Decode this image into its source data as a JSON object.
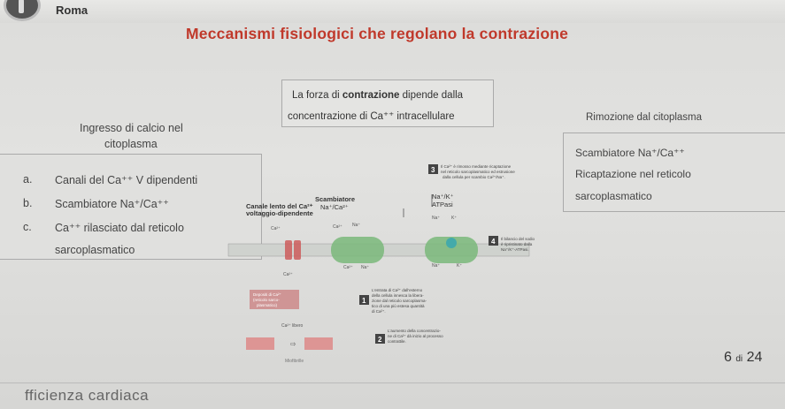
{
  "header": {
    "user_name": "Roma"
  },
  "slide": {
    "title": "Meccanismi fisiologici che regolano la contrazione",
    "center_line1_prefix": "La forza di ",
    "center_line1_bold": "contrazione",
    "center_line1_suffix": " dipende dalla",
    "center_line2": "concentrazione di Ca⁺⁺ intracellulare",
    "left_heading_line1": "Ingresso di calcio nel",
    "left_heading_line2": "citoplasma",
    "right_heading": "Rimozione dal citoplasma",
    "left_items": [
      {
        "letter": "a.",
        "text": "Canali del Ca⁺⁺ V dipendenti"
      },
      {
        "letter": "b.",
        "text": "Scambiatore Na⁺/Ca⁺⁺"
      },
      {
        "letter": "c.",
        "text": "Ca⁺⁺ rilasciato dal reticolo"
      },
      {
        "letter": "",
        "text": "sarcoplasmatico"
      }
    ],
    "right_items": [
      "Scambiatore Na⁺/Ca⁺⁺",
      "Ricaptazione nel reticolo",
      "sarcoplasmatico"
    ],
    "page_current": "6",
    "page_sep": "di",
    "page_total": "24",
    "bottom_text": "fficienza cardiaca"
  },
  "diagram": {
    "label_canale_line1": "Canale lento del Ca²⁺",
    "label_canale_line2": "voltaggio-dipendente",
    "label_scamb_line1": "Scambiatore",
    "label_scamb_line2": "Na⁺/Ca²⁺",
    "label_nak_line1": "Na⁺/K⁺",
    "label_nak_line2": "ATPasi",
    "step3_num": "3",
    "step3_line1": "Il Ca²⁺ è rimosso mediante ricaptazione",
    "step3_line2": "nel reticolo sarcoplasmatico ed estrusione",
    "step3_line3": "dalla cellula per scambio Ca²⁺/Na⁺.",
    "step4_num": "4",
    "step4_line1": "Il bilancio del sodio",
    "step4_line2": "è ripristinato dalla",
    "step4_line3": "Na⁺/K⁺-ATPasi.",
    "step1_num": "1",
    "step1_line1": "L'entrata di Ca²⁺ dall'esterno",
    "step1_line2": "della cellula innesca la libera-",
    "step1_line3": "zione dal reticolo sarcoplasma-",
    "step1_line4": "tico di una più estesa quantità",
    "step1_line5": "di Ca²⁺.",
    "step2_num": "2",
    "step2_line1": "L'aumento della concentrazio-",
    "step2_line2": "ne di Ca²⁺ dà inizio al processo",
    "step2_line3": "contrattile.",
    "depositi_line1": "Depositi di Ca²⁺",
    "depositi_line2": "(reticolo sarco-",
    "depositi_line3": "plasmatico)",
    "ca_libero": "Ca²⁺ libero",
    "miofibrille": "Miofibrille",
    "ca": "Ca²⁺",
    "na": "Na⁺",
    "k": "K⁺"
  }
}
